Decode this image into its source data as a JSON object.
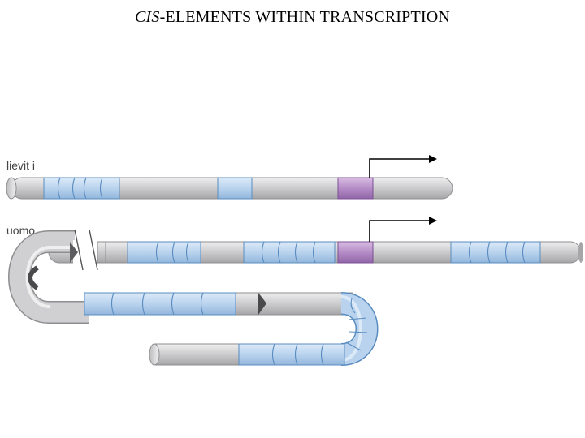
{
  "title": {
    "italic_part": "CIS",
    "rest": "-ELEMENTS WITHIN TRANSCRIPTION"
  },
  "organisms": {
    "yeast_label": "lievit i",
    "human_label": "uomo"
  },
  "colors": {
    "tube_gray": "#c9c9cb",
    "tube_dark": "#9a9a9c",
    "element_blue": "#b8d4ef",
    "element_blue_edge": "#5a8cc0",
    "promoter_purple": "#b58cc6",
    "promoter_edge": "#7e4f97",
    "arrow": "#000000"
  },
  "legend_icons": {
    "transcription_start": "bent-arrow-icon",
    "chromosome_break": "double-slash-break-icon"
  }
}
